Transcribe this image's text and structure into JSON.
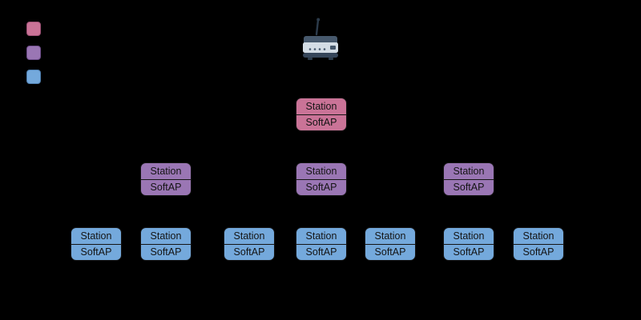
{
  "page": {
    "background": "#000000"
  },
  "legend": {
    "items": [
      {
        "id": "root-node",
        "color": "#ca7397",
        "border": "#9e5175"
      },
      {
        "id": "intermediate-parent-node",
        "color": "#9a76b4",
        "border": "#6f4e8c"
      },
      {
        "id": "leaf-node",
        "color": "#74a9dc",
        "border": "#4e7fb0"
      }
    ]
  },
  "router": {
    "icon": "wifi-router-icon"
  },
  "nodes": [
    {
      "tier": "root",
      "station": "Station",
      "softap": "SoftAP"
    },
    {
      "tier": "mid",
      "station": "Station",
      "softap": "SoftAP"
    },
    {
      "tier": "mid",
      "station": "Station",
      "softap": "SoftAP"
    },
    {
      "tier": "mid",
      "station": "Station",
      "softap": "SoftAP"
    },
    {
      "tier": "leaf",
      "station": "Station",
      "softap": "SoftAP"
    },
    {
      "tier": "leaf",
      "station": "Station",
      "softap": "SoftAP"
    },
    {
      "tier": "leaf",
      "station": "Station",
      "softap": "SoftAP"
    },
    {
      "tier": "leaf",
      "station": "Station",
      "softap": "SoftAP"
    },
    {
      "tier": "leaf",
      "station": "Station",
      "softap": "SoftAP"
    },
    {
      "tier": "leaf",
      "station": "Station",
      "softap": "SoftAP"
    },
    {
      "tier": "leaf",
      "station": "Station",
      "softap": "SoftAP"
    }
  ]
}
